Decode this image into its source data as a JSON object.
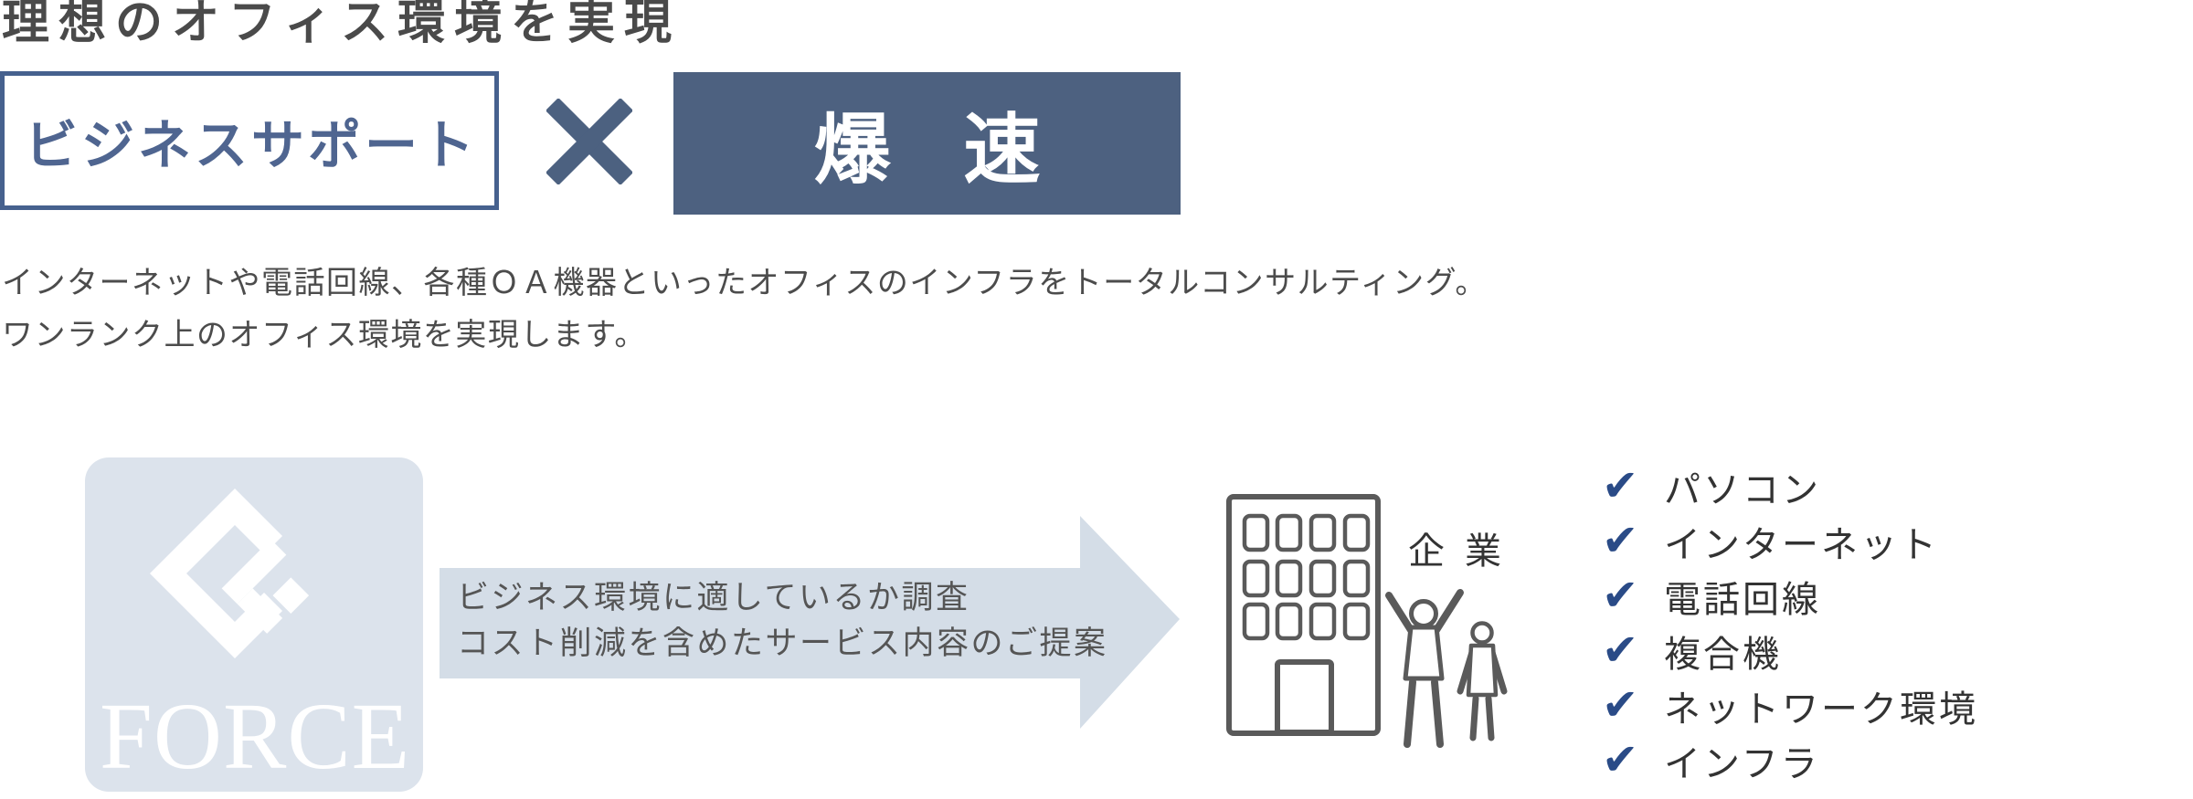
{
  "header": {
    "title": "理想のオフィス環境を実現"
  },
  "hero": {
    "left_box_label": "ビジネスサポート",
    "times_symbol": "✕",
    "right_box_label": "爆速"
  },
  "description": {
    "line1": "インターネットや電話回線、各種ＯＡ機器といったオフィスのインフラをトータルコンサルティング。",
    "line2": "ワンランク上のオフィス環境を実現します。"
  },
  "diagram": {
    "logo_text": "FORCE",
    "arrow_line1": "ビジネス環境に適しているか調査",
    "arrow_line2": "コスト削減を含めたサービス内容のご提案",
    "company_label": "企業",
    "check_icon": "✔",
    "checklist": [
      "パソコン",
      "インターネット",
      "電話回線",
      "複合機",
      "ネットワーク環境",
      "インフラ"
    ]
  },
  "colors": {
    "accent_slate": "#4d6180",
    "accent_border": "#46618e",
    "check_navy": "#2a4b87",
    "tile_bg": "#dce3ec",
    "arrow_bg": "#d4dde7",
    "heading_text": "#4a4a4a",
    "body_text": "#4c4c4c",
    "list_text": "#333333",
    "outline_gray": "#5a5a5a"
  }
}
